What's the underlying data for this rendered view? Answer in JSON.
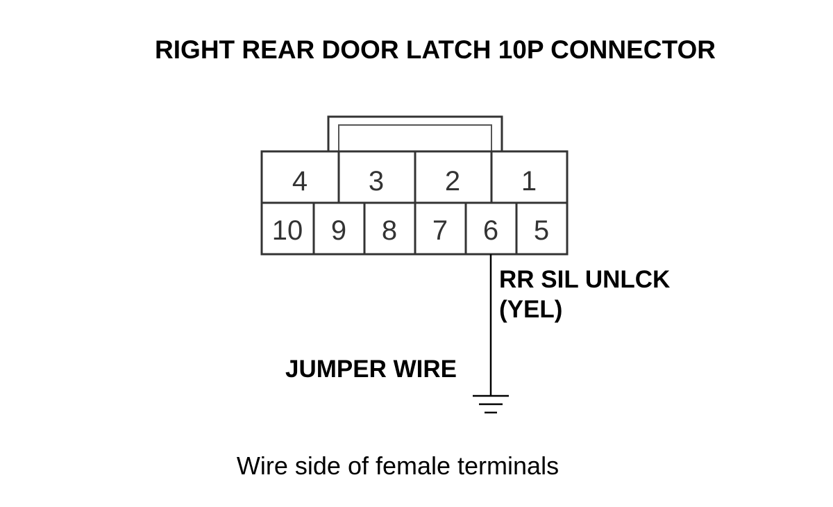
{
  "title": "RIGHT REAR DOOR LATCH 10P CONNECTOR",
  "connector": {
    "top_row": [
      "4",
      "3",
      "2",
      "1"
    ],
    "bottom_row": [
      "10",
      "9",
      "8",
      "7",
      "6",
      "5"
    ]
  },
  "wire": {
    "terminal": "6",
    "name": "RR SIL UNLCK",
    "color": "(YEL)"
  },
  "jumper_label": "JUMPER WIRE",
  "ground_symbol": "ground-icon",
  "caption": "Wire side of female terminals"
}
